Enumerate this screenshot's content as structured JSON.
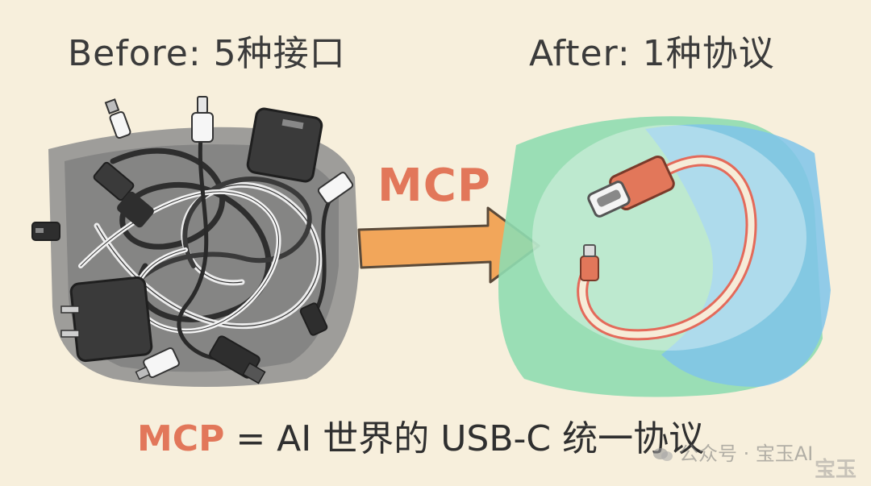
{
  "before": {
    "title": "Before: 5种接口"
  },
  "after": {
    "title": "After: 1种协议"
  },
  "arrow": {
    "label": "MCP"
  },
  "caption": {
    "accent": "MCP",
    "text": " = AI 世界的 USB-C 统一协议"
  },
  "watermark": {
    "text": "公众号 · 宝玉AI",
    "stamp": "宝玉"
  },
  "colors": {
    "background": "#f7efdc",
    "accent": "#e2775a",
    "arrow": "#f2a65a",
    "tangle_bg": "#8a8a8a",
    "green_splash": "#8fdcb0",
    "blue_splash": "#7fc4ea"
  }
}
